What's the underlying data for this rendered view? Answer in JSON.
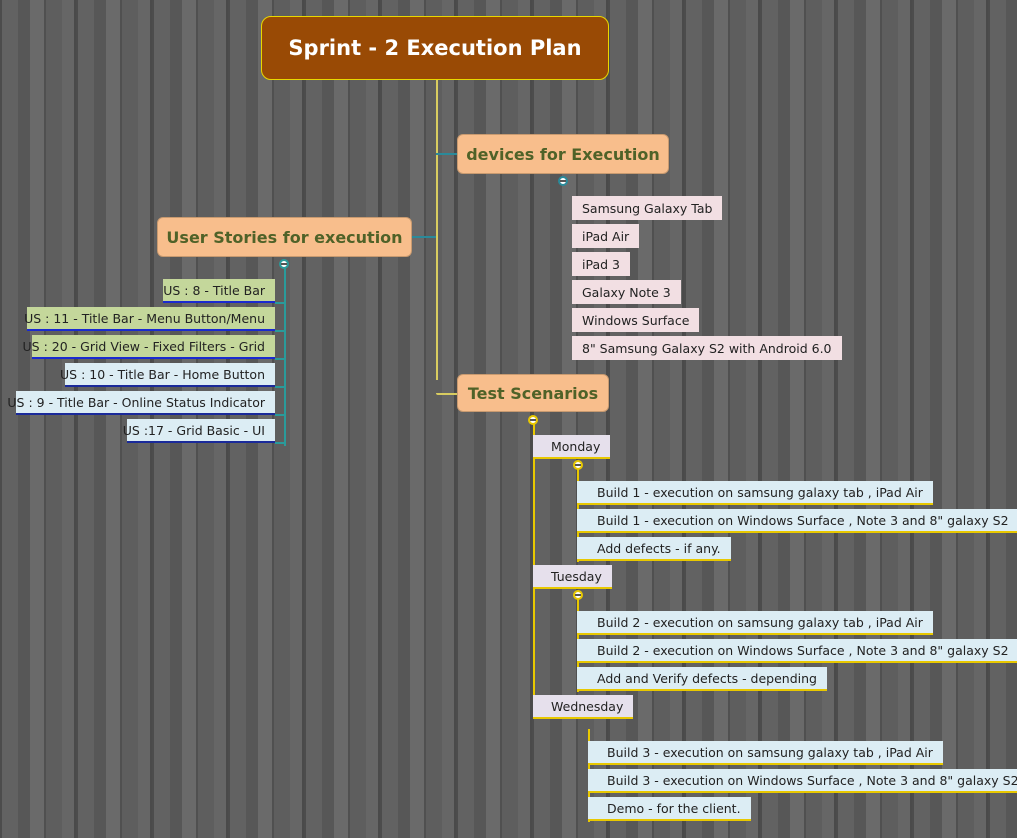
{
  "root": {
    "title": "Sprint - 2 Execution Plan"
  },
  "devices": {
    "title": "devices for Execution",
    "items": [
      "Samsung Galaxy  Tab",
      "iPad Air",
      "iPad 3",
      "Galaxy Note 3",
      "Windows Surface",
      "8\"  Samsung Galaxy S2 with Android 6.0"
    ]
  },
  "user_stories": {
    "title": "User Stories for execution",
    "items": [
      "US : 8 - Title Bar",
      "US : 11 - Title Bar - Menu Button/Menu",
      "US : 20 - Grid View - Fixed Filters - Grid",
      "US : 10 - Title Bar - Home Button",
      "US : 9 - Title Bar - Online Status Indicator",
      "US :17 - Grid Basic - UI"
    ]
  },
  "test_scenarios": {
    "title": "Test Scenarios",
    "days": [
      {
        "label": "Monday",
        "tasks": [
          "Build 1 - execution on samsung galaxy tab , iPad Air",
          "Build 1 - execution on Windows Surface , Note 3 and 8\" galaxy S2",
          "Add defects - if any."
        ]
      },
      {
        "label": "Tuesday",
        "tasks": [
          "Build 2 - execution on samsung galaxy tab , iPad Air",
          "Build 2 - execution on Windows Surface , Note 3 and 8\" galaxy S2",
          "Add and Verify defects - depending"
        ]
      },
      {
        "label": "Wednesday",
        "tasks": [
          "Build 3 - execution on samsung galaxy tab , iPad Air",
          "Build 3 - execution on Windows Surface , Note 3 and 8\" galaxy S2",
          "Demo - for the client."
        ]
      }
    ]
  },
  "colors": {
    "root": "#994a05",
    "main_topic": "#f8be8c",
    "device": "#f2dfe3",
    "story_green": "#c4d79b",
    "story_blue": "#dcedf4",
    "day": "#e6e0ec",
    "connector_yellow": "#e8c800",
    "connector_teal": "#2a9a9a"
  }
}
